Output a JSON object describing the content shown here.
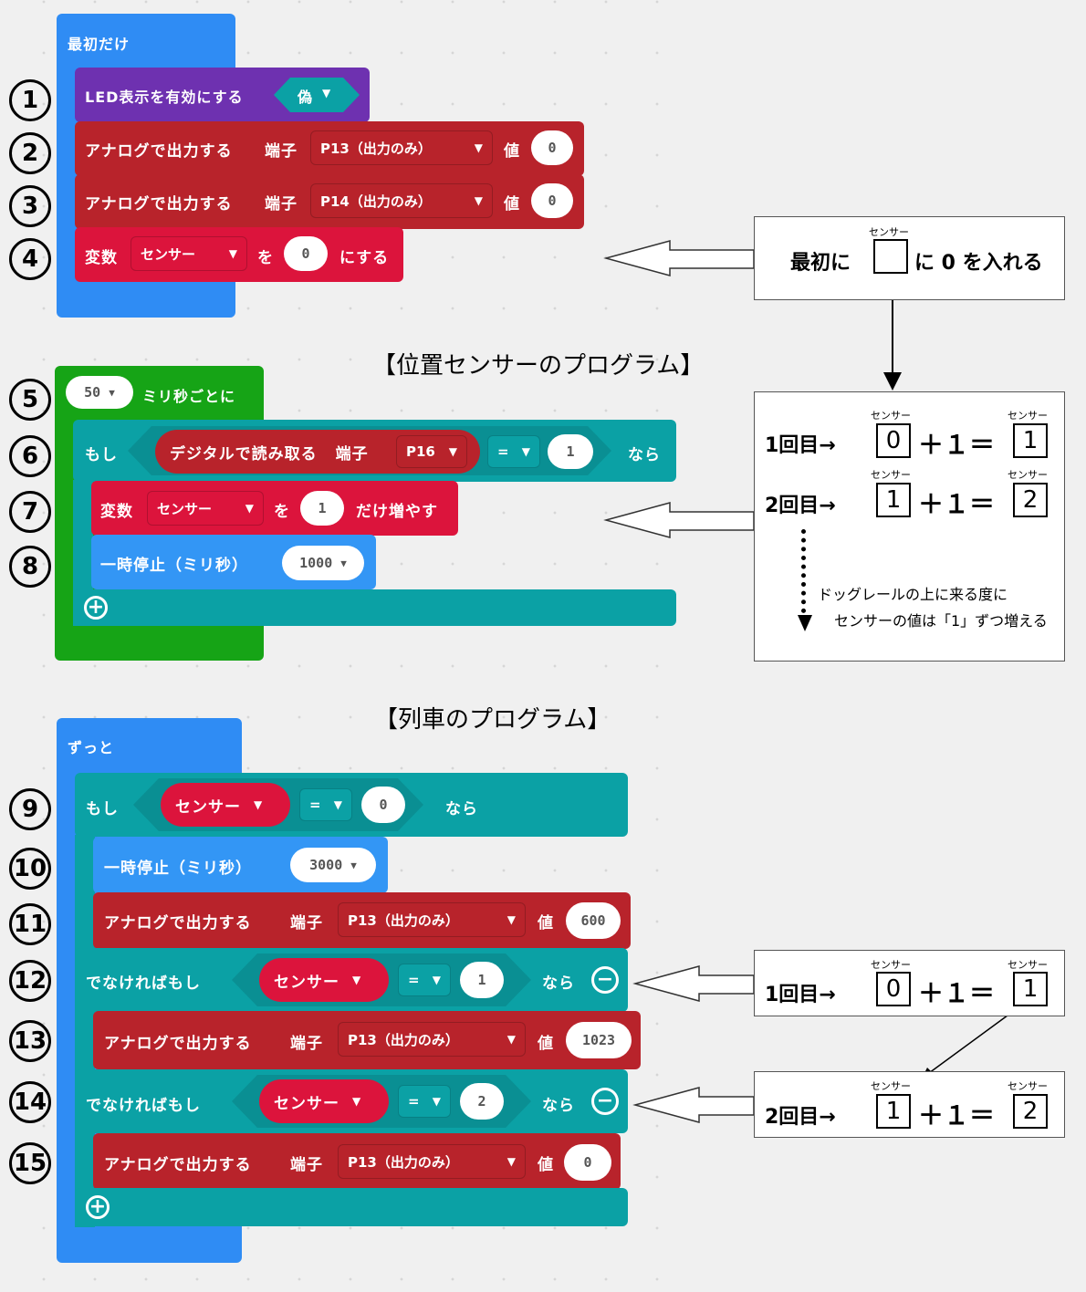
{
  "setup": {
    "hat": "最初だけ",
    "led": {
      "label": "LED表示を有効にする",
      "value": "偽"
    },
    "p13": {
      "label": "アナログで出力する",
      "pin_label": "端子",
      "pin": "P13（出力のみ）",
      "val_label": "値",
      "value": "0"
    },
    "p14": {
      "label": "アナログで出力する",
      "pin_label": "端子",
      "pin": "P14（出力のみ）",
      "val_label": "値",
      "value": "0"
    },
    "setvar": {
      "label": "変数",
      "var": "センサー",
      "mid": "を",
      "value": "0",
      "end": "にする"
    }
  },
  "sensor_title": "【位置センサーのプログラム】",
  "sensor": {
    "every_value": "50",
    "every_label": "ミリ秒ごとに",
    "if_label": "もし",
    "digital": "デジタルで読み取る",
    "pin_label": "端子",
    "pin": "P16",
    "eq": "=",
    "cmp_value": "1",
    "then": "なら",
    "change": {
      "label": "変数",
      "var": "センサー",
      "mid": "を",
      "value": "1",
      "end": "だけ増やす"
    },
    "pause": {
      "label": "一時停止（ミリ秒）",
      "value": "1000"
    }
  },
  "train_title": "【列車のプログラム】",
  "train": {
    "hat": "ずっと",
    "if": {
      "label": "もし",
      "var": "センサー",
      "eq": "=",
      "value": "0",
      "then": "なら"
    },
    "pause": {
      "label": "一時停止（ミリ秒）",
      "value": "3000"
    },
    "out1": {
      "label": "アナログで出力する",
      "pin_label": "端子",
      "pin": "P13（出力のみ）",
      "val_label": "値",
      "value": "600"
    },
    "elif1": {
      "label": "でなければもし",
      "var": "センサー",
      "eq": "=",
      "value": "1",
      "then": "なら"
    },
    "out2": {
      "label": "アナログで出力する",
      "pin_label": "端子",
      "pin": "P13（出力のみ）",
      "val_label": "値",
      "value": "1023"
    },
    "elif2": {
      "label": "でなければもし",
      "var": "センサー",
      "eq": "=",
      "value": "2",
      "then": "なら"
    },
    "out3": {
      "label": "アナログで出力する",
      "pin_label": "端子",
      "pin": "P13（出力のみ）",
      "val_label": "値",
      "value": "0"
    }
  },
  "numbers": [
    "1",
    "2",
    "3",
    "4",
    "5",
    "6",
    "7",
    "8",
    "9",
    "10",
    "11",
    "12",
    "13",
    "14",
    "15"
  ],
  "note1": {
    "ruby": "センサー",
    "pre": "最初に",
    "post": "に 0 を入れる"
  },
  "note2": {
    "row1": {
      "label": "1回目→",
      "ruby": "センサー",
      "a": "0",
      "op": "＋１＝",
      "b": "1"
    },
    "row2": {
      "label": "2回目→",
      "ruby": "センサー",
      "a": "1",
      "op": "＋１＝",
      "b": "2"
    },
    "line1": "ドッグレールの上に来る度に",
    "line2": "センサーの値は「1」ずつ増える"
  },
  "note3": {
    "label": "1回目→",
    "ruby": "センサー",
    "a": "0",
    "op": "＋１＝",
    "b": "1"
  },
  "note4": {
    "label": "2回目→",
    "ruby": "センサー",
    "a": "1",
    "op": "＋１＝",
    "b": "2"
  },
  "colors": {
    "blue": "#2f8cf4",
    "purple": "#6e31b0",
    "red": "#b8232b",
    "crimson": "#dc143c",
    "teal": "#0ba1a5",
    "green": "#16a416",
    "lightblue": "#3396f5"
  }
}
